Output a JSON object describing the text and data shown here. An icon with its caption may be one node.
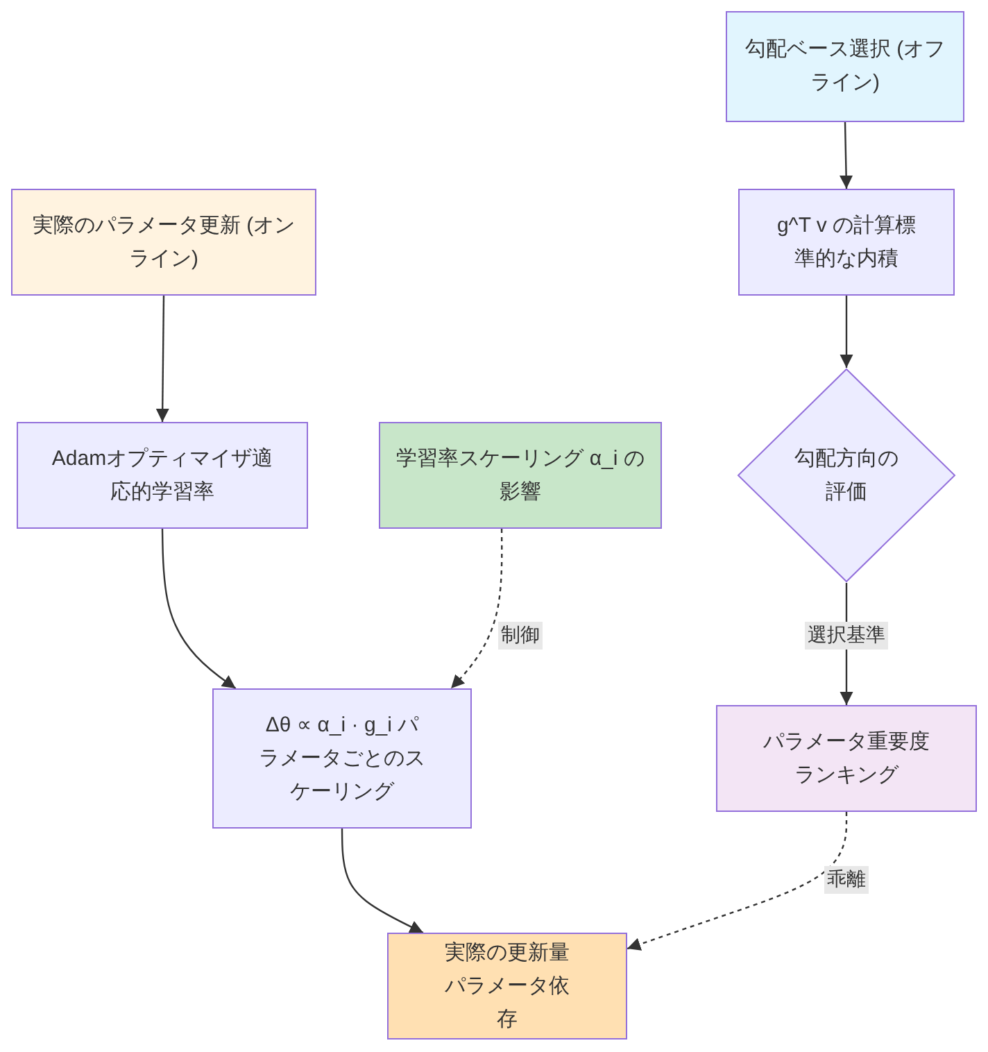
{
  "diagram": {
    "nodes": [
      {
        "text": [
          "勾配ベース選択 (オフライン)"
        ]
      },
      {
        "text": [
          "g^T v の計算標準的な内積"
        ]
      },
      {
        "text": [
          "勾配方向の評価"
        ]
      },
      {
        "text": [
          "パラメータ重要度ランキング"
        ]
      },
      {
        "text": [
          "実際のパラメータ更新 (オンライン)"
        ]
      },
      {
        "text": [
          "Adamオプティマイザ適応的学習率"
        ]
      },
      {
        "text": [
          "学習率スケーリング α_i の影響"
        ]
      },
      {
        "text": [
          "Δθ ∝ α_i · g_i パラメータごとのスケーリング"
        ]
      },
      {
        "text": [
          "実際の更新量パラメータ依存"
        ]
      }
    ],
    "edges": [
      {
        "from": 0,
        "to": 1,
        "arrow": "to"
      },
      {
        "from": 1,
        "to": 2,
        "arrow": "to"
      },
      {
        "from": 2,
        "to": 3,
        "arrow": "to",
        "label": "選択基準"
      },
      {
        "from": 4,
        "to": 5,
        "arrow": "to"
      },
      {
        "from": 5,
        "to": 7,
        "arrow": "to"
      },
      {
        "from": 6,
        "to": 7,
        "arrow": "to",
        "label": "制御",
        "style": "dashed"
      },
      {
        "from": 7,
        "to": 8,
        "arrow": "to"
      },
      {
        "from": 3,
        "to": 8,
        "arrow": "to",
        "label": "乖離",
        "style": "dashed"
      }
    ]
  }
}
